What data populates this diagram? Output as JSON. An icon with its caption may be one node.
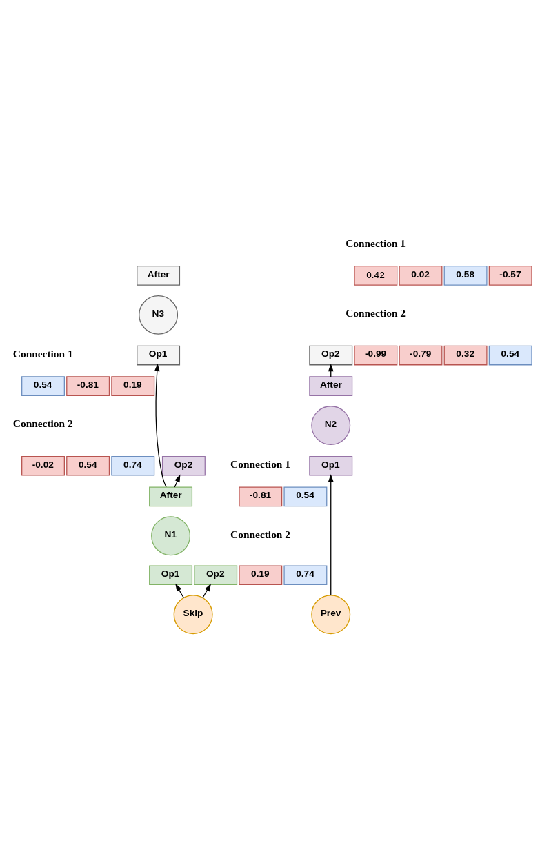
{
  "diagram": {
    "nodes": [
      {
        "text": [
          "After"
        ]
      },
      {
        "text": [
          "N3"
        ]
      },
      {
        "text": [
          "Op1"
        ]
      },
      {
        "text": [
          "Op2"
        ]
      },
      {
        "text": [
          "After"
        ]
      },
      {
        "text": [
          "N2"
        ]
      },
      {
        "text": [
          "Op1"
        ]
      },
      {
        "text": [
          "Op2"
        ]
      },
      {
        "text": [
          "After"
        ]
      },
      {
        "text": [
          "N1"
        ]
      },
      {
        "text": [
          "Op1"
        ]
      },
      {
        "text": [
          "Op2"
        ]
      },
      {
        "text": [
          "Prev"
        ]
      },
      {
        "text": [
          "Skip"
        ]
      },
      {
        "text": [
          "0.42"
        ]
      },
      {
        "text": [
          "0.02"
        ]
      },
      {
        "text": [
          "0.58"
        ]
      },
      {
        "text": [
          "-0.57"
        ]
      },
      {
        "text": [
          "-0.99"
        ]
      },
      {
        "text": [
          "-0.79"
        ]
      },
      {
        "text": [
          "0.32"
        ]
      },
      {
        "text": [
          "0.54"
        ]
      },
      {
        "text": [
          "0.54"
        ]
      },
      {
        "text": [
          "-0.81"
        ]
      },
      {
        "text": [
          "0.19"
        ]
      },
      {
        "text": [
          "-0.02"
        ]
      },
      {
        "text": [
          "0.54"
        ]
      },
      {
        "text": [
          "0.74"
        ]
      },
      {
        "text": [
          "-0.81"
        ]
      },
      {
        "text": [
          "0.54"
        ]
      },
      {
        "text": [
          "0.19"
        ]
      },
      {
        "text": [
          "0.74"
        ]
      }
    ],
    "edges": [
      {
        "from": 13,
        "to": 10,
        "arrow": "to"
      },
      {
        "from": 13,
        "to": 11,
        "arrow": "to"
      },
      {
        "from": 12,
        "to": 6,
        "arrow": "to"
      },
      {
        "from": 8,
        "to": 7,
        "arrow": "to"
      },
      {
        "from": 8,
        "to": 2,
        "arrow": "to"
      },
      {
        "from": 4,
        "to": 3,
        "arrow": "to"
      }
    ],
    "labels": [
      "Connection 1",
      "Connection 2",
      "Connection 1",
      "Connection 2",
      "Connection 1",
      "Connection 2"
    ]
  }
}
